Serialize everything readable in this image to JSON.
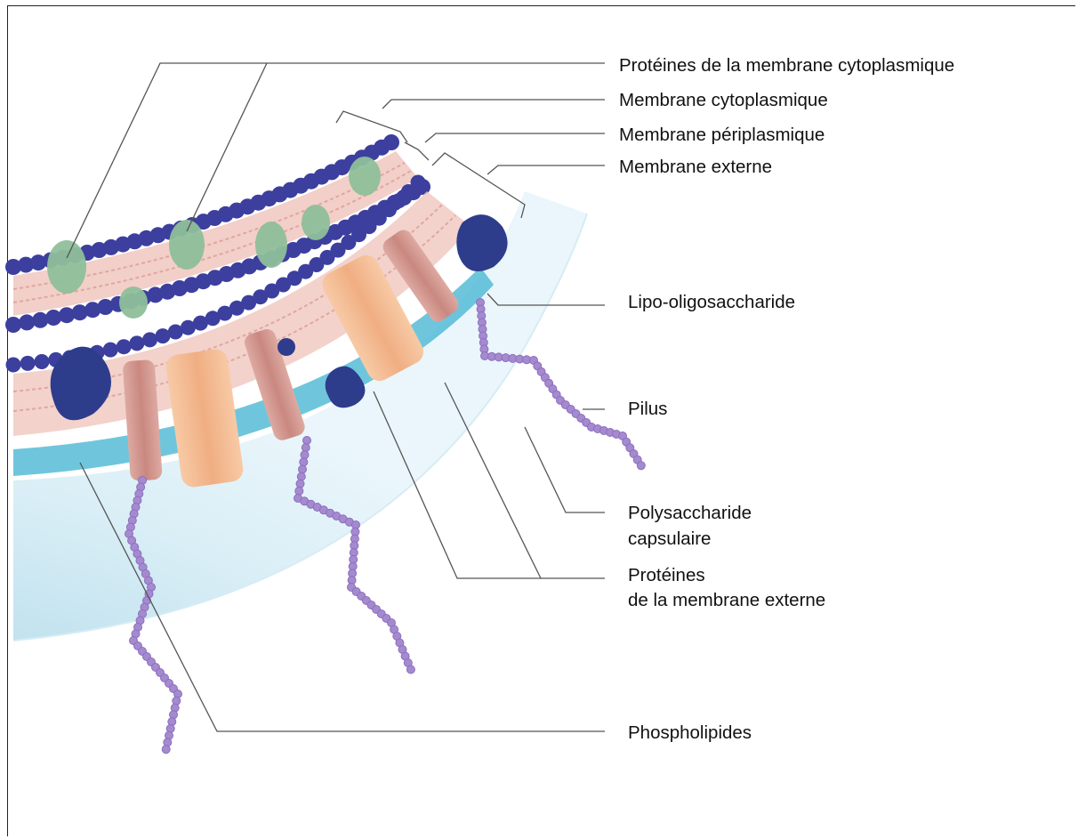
{
  "labels": {
    "cytoplasmic_membrane_proteins": "Protéines de la membrane cytoplasmique",
    "cytoplasmic_membrane": "Membrane cytoplasmique",
    "periplasmic_membrane": "Membrane périplasmique",
    "outer_membrane": "Membrane externe",
    "lipooligosaccharide": "Lipo-oligosaccharide",
    "pilus": "Pilus",
    "capsular_polysaccharide_line1": "Polysaccharide",
    "capsular_polysaccharide_line2": "capsulaire",
    "outer_membrane_proteins_line1": "Protéines",
    "outer_membrane_proteins_line2": "de la membrane externe",
    "phospholipids": "Phospholipides"
  },
  "colors": {
    "phospholipid_head": "#3c3f9e",
    "lipid_tail": "#e8b8b0",
    "cytoplasmic_protein": "#8fbf9a",
    "outer_protein_light": "#f2b88c",
    "outer_protein_pink": "#cf918a",
    "outer_protein_dark": "#2e3c8c",
    "capsule": "#cfe8f2",
    "pilus": "#a68ad0",
    "leader_line": "#555555"
  }
}
